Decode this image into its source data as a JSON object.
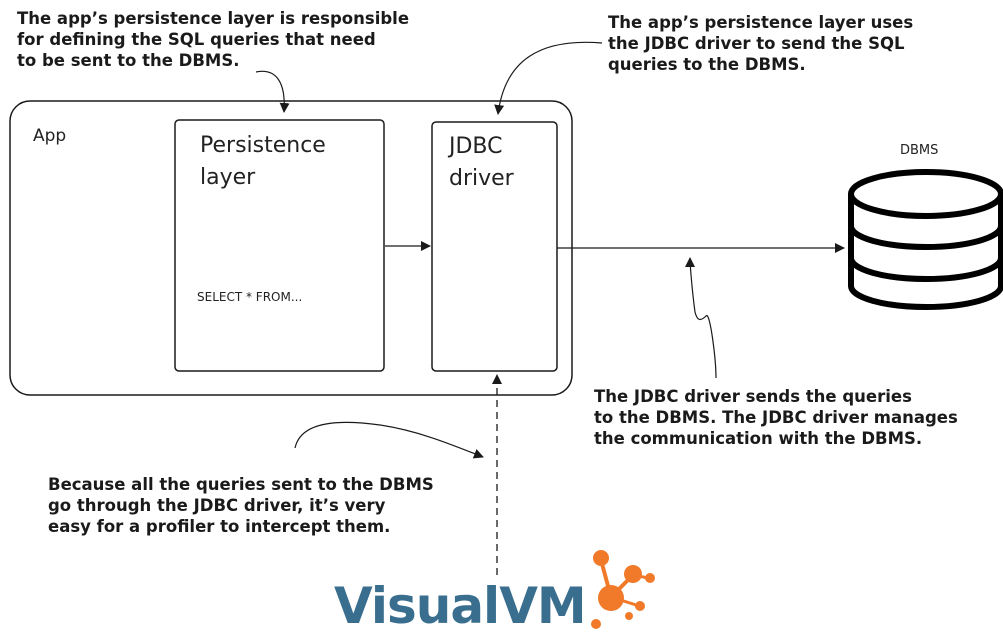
{
  "annotations": {
    "top_left": "The app’s persistence layer is responsible\nfor defining the SQL queries that need\nto be sent to the DBMS.",
    "top_right": "The app’s persistence layer uses\nthe JDBC driver to send the SQL\nqueries to the DBMS.",
    "bottom_right": "The JDBC driver sends the queries\nto the DBMS. The JDBC driver manages\nthe communication with the DBMS.",
    "bottom_left": "Because all the queries sent to the DBMS\ngo through the JDBC driver, it’s very\neasy for a profiler to intercept them."
  },
  "app": {
    "label": "App"
  },
  "persistence_layer": {
    "label": "Persistence\nlayer",
    "query": "SELECT * FROM..."
  },
  "jdbc_driver": {
    "label": "JDBC\ndriver"
  },
  "dbms": {
    "label": "DBMS"
  },
  "profiler": {
    "logo_text_a": "Visual",
    "logo_text_b": "VM"
  },
  "colors": {
    "text": "#1a1a1a",
    "logo_blue": "#3a6e8f",
    "logo_orange": "#f07a2a"
  }
}
